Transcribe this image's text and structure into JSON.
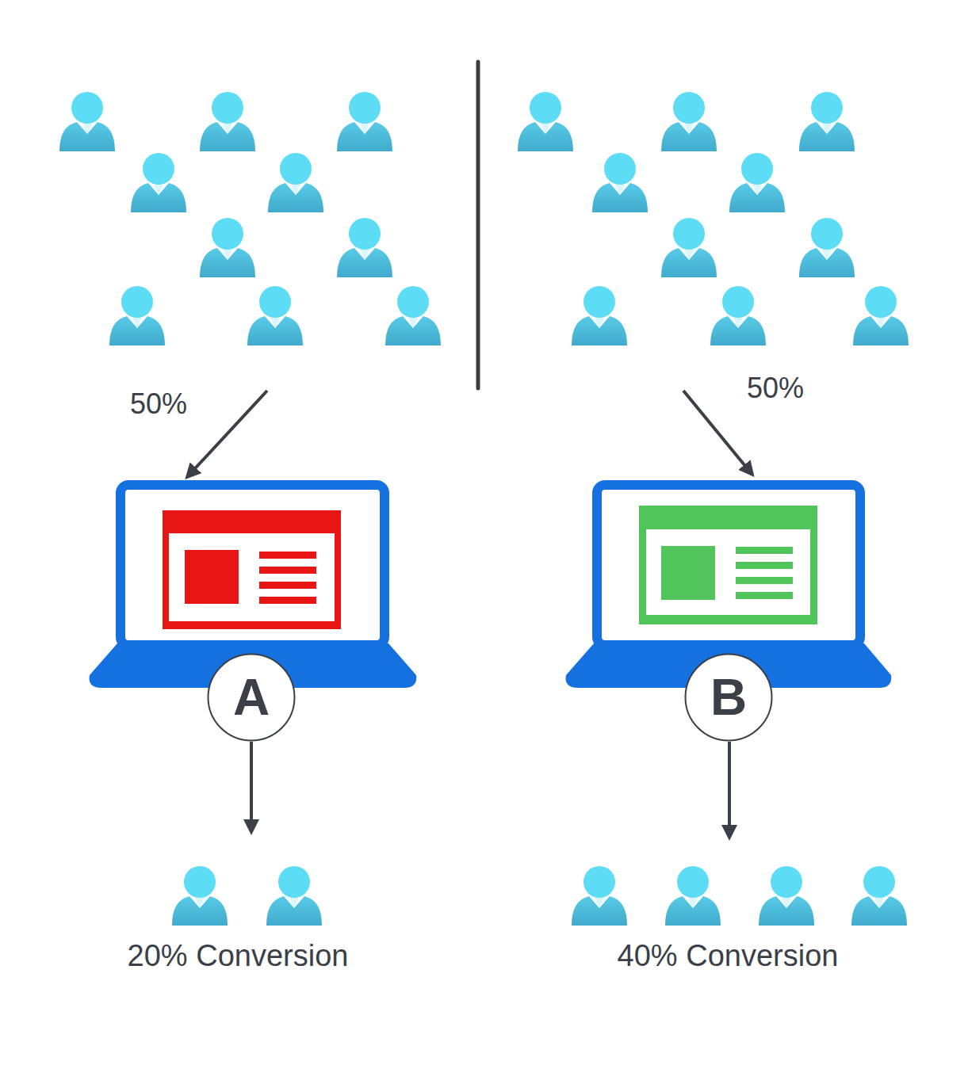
{
  "diagram": {
    "nodes": [
      {
        "text": [
          "A"
        ]
      },
      {
        "text": [
          "B"
        ]
      }
    ],
    "labels": [
      "50%",
      "50%",
      "20% Conversion",
      "40% Conversion"
    ]
  }
}
